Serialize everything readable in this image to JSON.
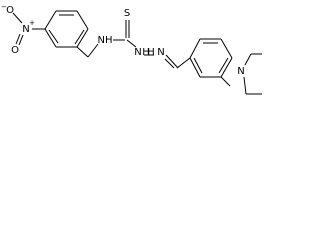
{
  "molecule": {
    "atoms": {
      "nitro_o_top": "O",
      "nitro_n": "N",
      "nitro_o_bottom": "O",
      "amine_nh": "NH",
      "thione_s": "S",
      "hydrazide_n1": "N",
      "hydrazide_h1": "H",
      "hydrazide_n2": "H",
      "hydrazone_n": "N",
      "diethylamino_n": "N"
    },
    "charges": {
      "nitro_o_top": "−",
      "nitro_n": "+"
    }
  }
}
